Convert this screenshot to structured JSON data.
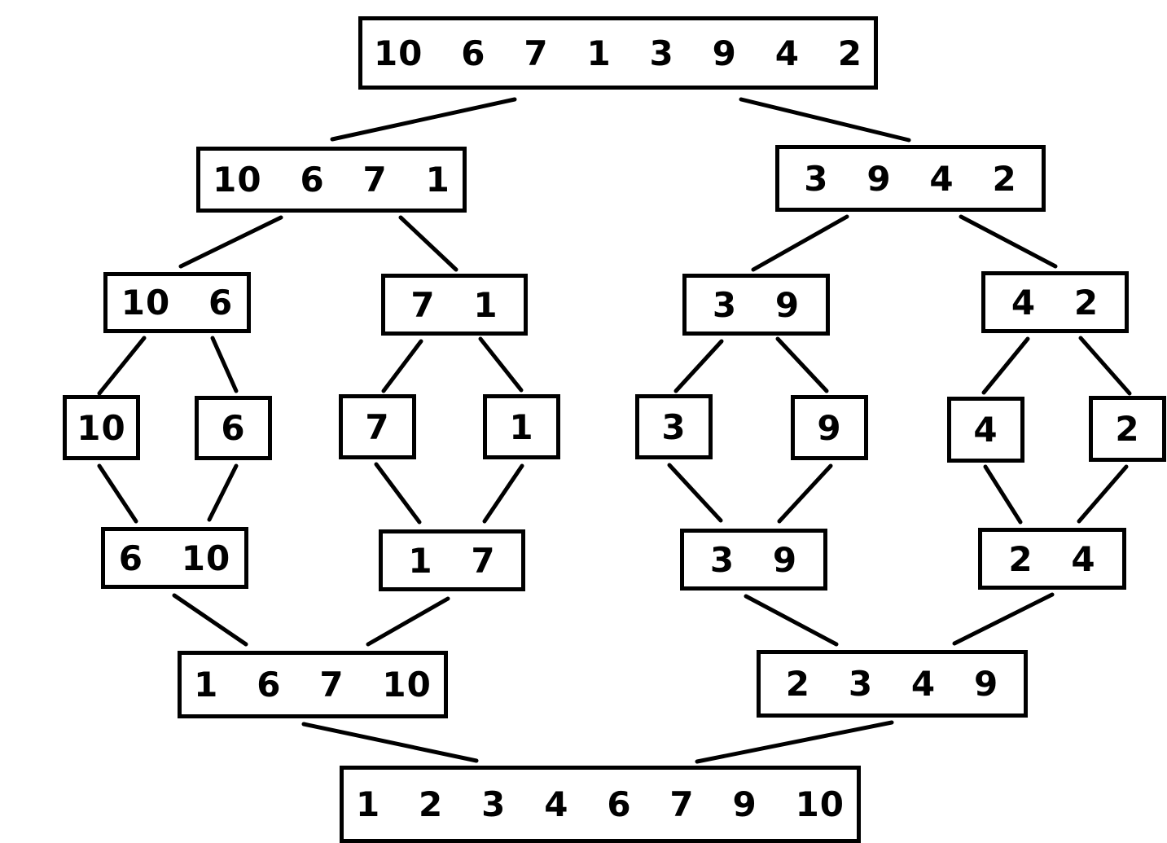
{
  "nodes": {
    "root": "10   6   7   1   3   9   4   2",
    "l1_left": "10   6   7   1",
    "l1_right": "3   9   4   2",
    "l2_a": "10   6",
    "l2_b": "7   1",
    "l2_c": "3   9",
    "l2_d": "4   2",
    "leaf_10": "10",
    "leaf_6": "6",
    "leaf_7": "7",
    "leaf_1": "1",
    "leaf_3": "3",
    "leaf_9": "9",
    "leaf_4": "4",
    "leaf_2": "2",
    "m1_a": "6   10",
    "m1_b": "1   7",
    "m1_c": "3   9",
    "m1_d": "2   4",
    "m2_left": "1   6   7   10",
    "m2_right": "2   3   4   9",
    "result": "1   2   3   4   6   7   9   10"
  }
}
